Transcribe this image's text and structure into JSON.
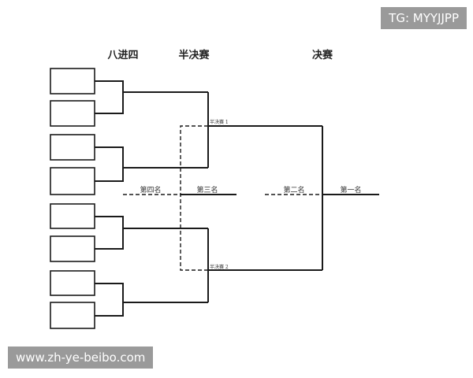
{
  "headers": {
    "quarterfinal": "八进四",
    "semifinal": "半决赛",
    "final": "决赛"
  },
  "places": {
    "fourth": "第四名",
    "third": "第三名",
    "second": "第二名",
    "first": "第一名"
  },
  "semifinal_tags": {
    "semi1": "半决赛 1",
    "semi2": "半决赛 2"
  },
  "watermarks": {
    "top": "TG: MYYJJPP",
    "bottom": "www.zh-ye-beibo.com"
  }
}
